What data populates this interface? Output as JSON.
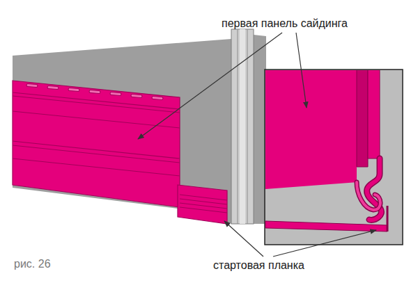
{
  "diagram": {
    "caption": "рис. 26",
    "labels": [
      "первая панель сайдинга",
      "стартовая планка"
    ]
  }
}
